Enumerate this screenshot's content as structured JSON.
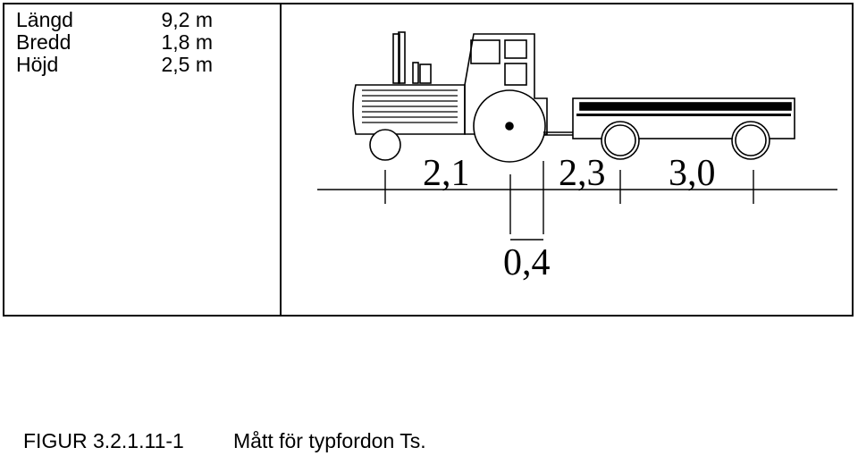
{
  "specs": [
    {
      "label": "Längd",
      "value": "9,2 m"
    },
    {
      "label": "Bredd",
      "value": "1,8 m"
    },
    {
      "label": "Höjd",
      "value": "2,5 m"
    }
  ],
  "dimensions": {
    "tractor_length": "2,1",
    "trailer_front": "2,3",
    "trailer_rear": "3,0",
    "hitch_gap": "0,4"
  },
  "caption": {
    "figure_number": "FIGUR 3.2.1.11-1",
    "title": "Mått för typfordon Ts."
  }
}
